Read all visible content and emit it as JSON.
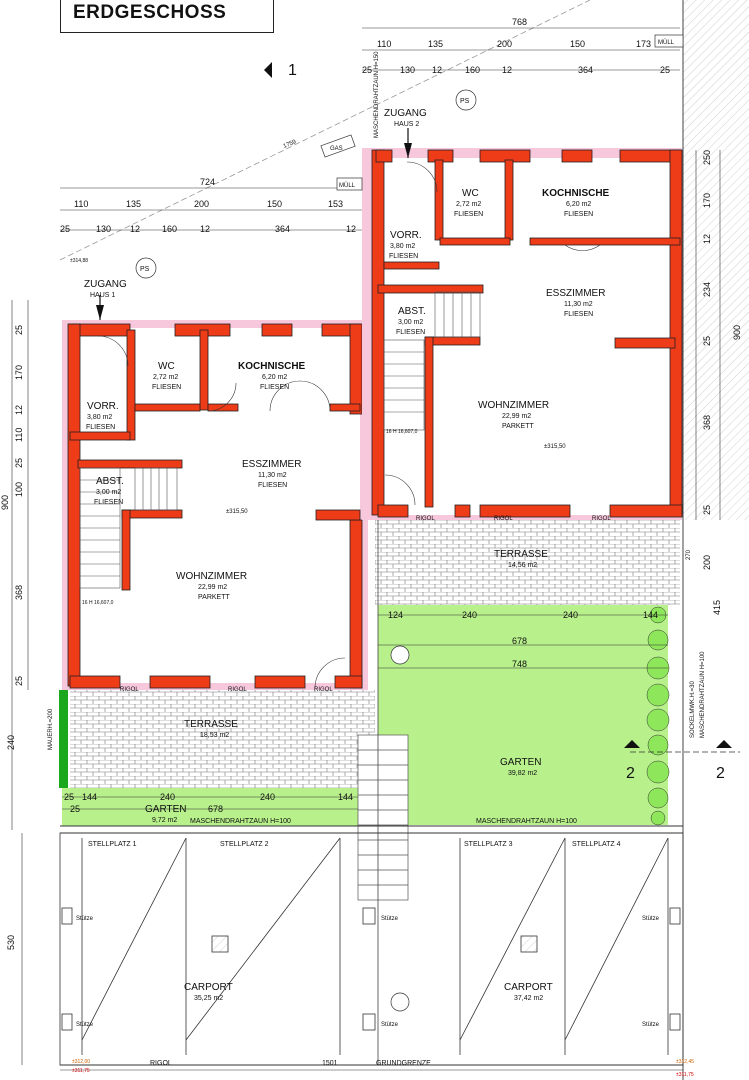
{
  "title": "ERDGESCHOSS",
  "section_marks": {
    "one": "1",
    "two": "2"
  },
  "haus1": {
    "zugang": "ZUGANG",
    "haus": "HAUS 1",
    "ps": "PS",
    "dims_total": "724",
    "dims_top": [
      "110",
      "135",
      "200",
      "150",
      "153"
    ],
    "dims_second": [
      "25",
      "130",
      "12",
      "160",
      "12",
      "364",
      "12"
    ],
    "wc": {
      "name": "WC",
      "area": "2,72 m2",
      "floor": "FLIESEN"
    },
    "kochnische": {
      "name": "KOCHNISCHE",
      "area": "6,20 m2",
      "floor": "FLIESEN"
    },
    "vorr": {
      "name": "VORR.",
      "area": "3,80 m2",
      "floor": "FLIESEN"
    },
    "abst": {
      "name": "ABST.",
      "area": "3,00 m2",
      "floor": "FLIESEN"
    },
    "esszimmer": {
      "name": "ESSZIMMER",
      "area": "11,30 m2",
      "floor": "FLIESEN"
    },
    "wohnzimmer": {
      "name": "WOHNZIMMER",
      "area": "22,99 m2",
      "floor": "PARKETT"
    },
    "terrasse": {
      "name": "TERRASSE",
      "area": "18,53 m2"
    },
    "garten": {
      "name": "GARTEN",
      "area": "9,72 m2"
    },
    "level": "±315,50",
    "stairs": "16 H 16,607,0",
    "side_dims": [
      "25",
      "170",
      "12",
      "110",
      "25",
      "100",
      "368",
      "25"
    ],
    "side_total": "900",
    "garden_dims": [
      "25",
      "144",
      "240",
      "240",
      "144",
      "25"
    ],
    "garden_total": "678",
    "mauer": "MAUERH.=200",
    "h_240": "240"
  },
  "haus2": {
    "zugang": "ZUGANG",
    "haus": "HAUS 2",
    "ps": "PS",
    "dims_total": "768",
    "dims_top": [
      "110",
      "135",
      "200",
      "150",
      "173"
    ],
    "dims_second": [
      "25",
      "130",
      "12",
      "160",
      "12",
      "364",
      "25"
    ],
    "wc": {
      "name": "WC",
      "area": "2,72 m2",
      "floor": "FLIESEN"
    },
    "kochnische": {
      "name": "KOCHNISCHE",
      "area": "6,20 m2",
      "floor": "FLIESEN"
    },
    "vorr": {
      "name": "VORR.",
      "area": "3,80 m2",
      "floor": "FLIESEN"
    },
    "abst": {
      "name": "ABST.",
      "area": "3,00 m2",
      "floor": "FLIESEN"
    },
    "esszimmer": {
      "name": "ESSZIMMER",
      "area": "11,30 m2",
      "floor": "FLIESEN"
    },
    "wohnzimmer": {
      "name": "WOHNZIMMER",
      "area": "22,99 m2",
      "floor": "PARKETT"
    },
    "terrasse": {
      "name": "TERRASSE",
      "area": "14,56 m2"
    },
    "garten": {
      "name": "GARTEN",
      "area": "39,82 m2"
    },
    "level": "±315,50",
    "stairs": "16 H 16,607,0",
    "side_dims": [
      "250",
      "170",
      "12",
      "234",
      "25",
      "368",
      "25",
      "200",
      "415"
    ],
    "side_total": "900",
    "garden_dims": [
      "124",
      "240",
      "240",
      "144"
    ],
    "garden_total": "678",
    "garden_total2": "748"
  },
  "common": {
    "muell": "MÜLL",
    "gas": "GAS",
    "rigol": "RIGOL",
    "maschendrahtzaun": "MASCHENDRAHTZAUN H=100",
    "sockelmwk": "SOCKELMWK.H.=30",
    "maschendrahtzaun_v": "MASCHENDRAHTZAUN H=100",
    "maschendrahtzaun_top": "MASCHENDRAHTZAUN H=150",
    "stellplatz": [
      "STELLPLATZ 1",
      "STELLPLATZ 2",
      "STELLPLATZ 3",
      "STELLPLATZ 4"
    ],
    "carport1": {
      "name": "CARPORT",
      "area": "35,25 m2"
    },
    "carport2": {
      "name": "CARPORT",
      "area": "37,42 m2"
    },
    "stuetze": "Stütze",
    "grundgrenze": "GRUNDGRENZE",
    "grund_dim": "1501",
    "carport_h": "530",
    "dim_1759": "1759",
    "dim_270": "270",
    "level_left1": "±312,00",
    "level_left2": "±311,75",
    "level_right1": "±312,45",
    "level_right2": "±311,75",
    "level_top": "±314,88"
  }
}
